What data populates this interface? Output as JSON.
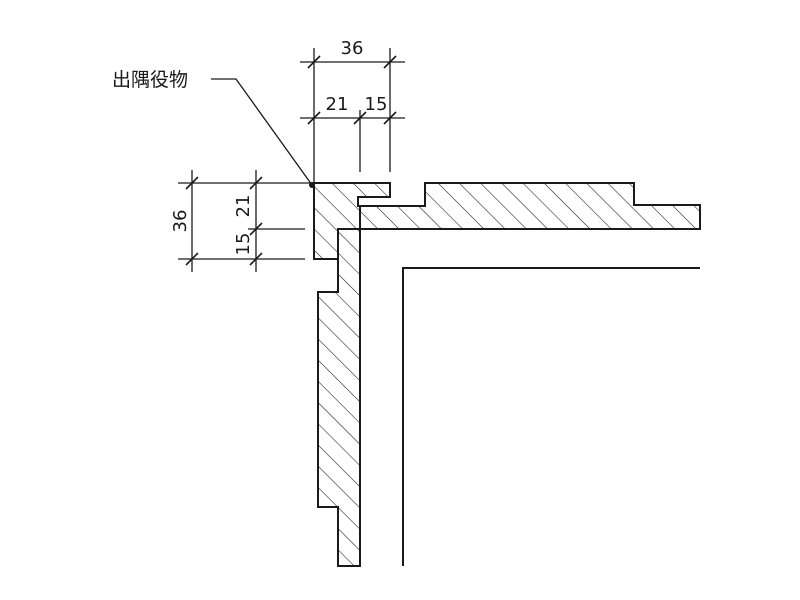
{
  "title": "",
  "callout": {
    "label": "出隅役物"
  },
  "dimensions": {
    "top_total": "36",
    "top_left": "21",
    "top_right": "15",
    "side_total": "36",
    "side_upper": "21",
    "side_lower": "15"
  },
  "colors": {
    "line": "#1a1a1a",
    "background": "#ffffff"
  }
}
